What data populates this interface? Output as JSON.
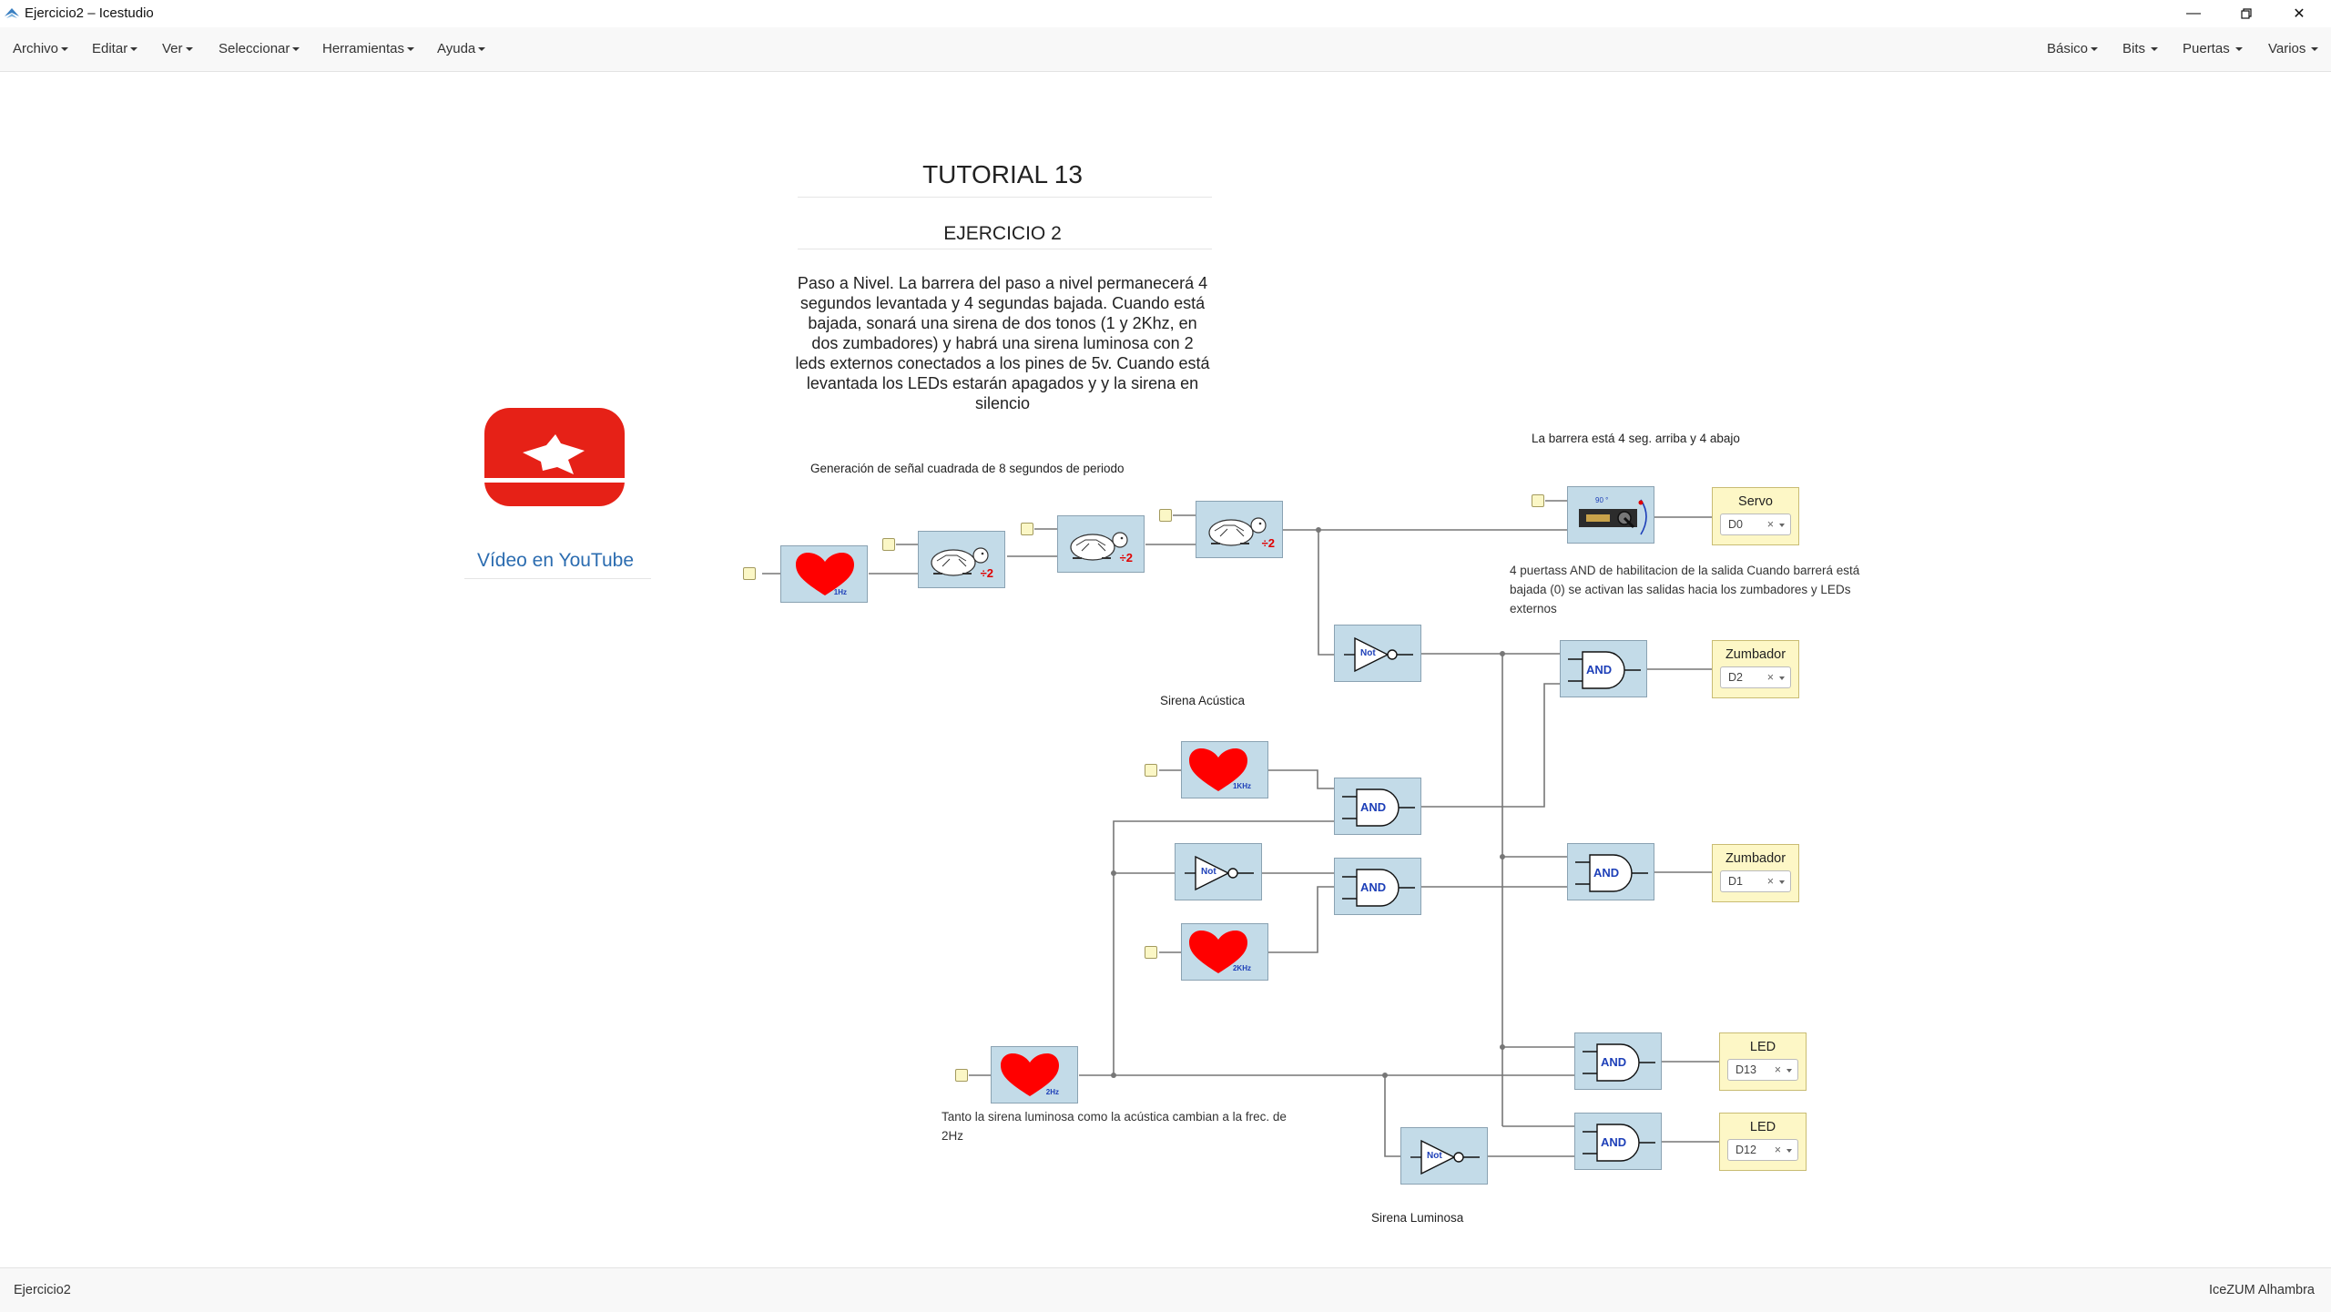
{
  "window": {
    "title": "Ejercicio2 – Icestudio",
    "controls": [
      "minimize-icon",
      "restore-icon",
      "close-icon"
    ]
  },
  "menu": {
    "left": [
      {
        "id": "archivo",
        "label": "Archivo"
      },
      {
        "id": "editar",
        "label": "Editar"
      },
      {
        "id": "ver",
        "label": "Ver"
      },
      {
        "id": "seleccionar",
        "label": "Seleccionar"
      },
      {
        "id": "herramientas",
        "label": "Herramientas"
      },
      {
        "id": "ayuda",
        "label": "Ayuda"
      }
    ],
    "right": [
      {
        "id": "basico",
        "label": "Básico"
      },
      {
        "id": "bits",
        "label": "Bits"
      },
      {
        "id": "puertas",
        "label": "Puertas"
      },
      {
        "id": "varios",
        "label": "Varios"
      }
    ]
  },
  "doc": {
    "title": "TUTORIAL 13",
    "subtitle": "EJERCICIO 2",
    "description": "Paso a Nivel. La barrera del paso a nivel permanecerá 4 segundos levantada y 4 segundas bajada. Cuando está bajada, sonará una sirena de dos tonos (1 y 2Khz, en dos zumbadores) y habrá una sirena luminosa con 2 leds externos conectados a los pines de 5v. Cuando está levantada los LEDs estarán apagados y y la sirena en silencio",
    "youtube_label": "Vídeo en YouTube"
  },
  "labels": {
    "senal": "Generación de señal cuadrada de 8 segundos de periodo",
    "barrera": "La barrera está 4 seg. arriba y 4 abajo",
    "and_note": "4 puertass AND de habilitacion de la salida Cuando barrerá está bajada (0) se activan las salidas hacia los zumbadores y LEDs externos",
    "sirena_acustica": "Sirena Acústica",
    "sirena_luminosa": "Sirena Luminosa",
    "frec_note": "Tanto la sirena luminosa como la acústica cambian a la frec. de 2Hz"
  },
  "blocks": {
    "heart_1hz": "1Hz",
    "heart_1khz": "1KHz",
    "heart_2khz": "2KHz",
    "heart_2hz": "2Hz",
    "div_label": "÷2",
    "not_label": "Not",
    "and_label": "AND",
    "servo_label": "90 °"
  },
  "outputs": [
    {
      "id": "servo",
      "label": "Servo",
      "pin": "D0"
    },
    {
      "id": "zumbador2",
      "label": "Zumbador",
      "pin": "D2"
    },
    {
      "id": "zumbador1",
      "label": "Zumbador",
      "pin": "D1"
    },
    {
      "id": "led13",
      "label": "LED",
      "pin": "D13"
    },
    {
      "id": "led12",
      "label": "LED",
      "pin": "D12"
    }
  ],
  "pin_clear": "×",
  "status": {
    "file": "Ejercicio2",
    "board": "IceZUM Alhambra"
  },
  "colors": {
    "block_bg": "#c3dbe8",
    "output_bg": "#fdf7c6",
    "heart": "#ff0000",
    "youtube_red": "#e62117",
    "link": "#2b6cb0",
    "gate_text": "#1d3fb8"
  }
}
